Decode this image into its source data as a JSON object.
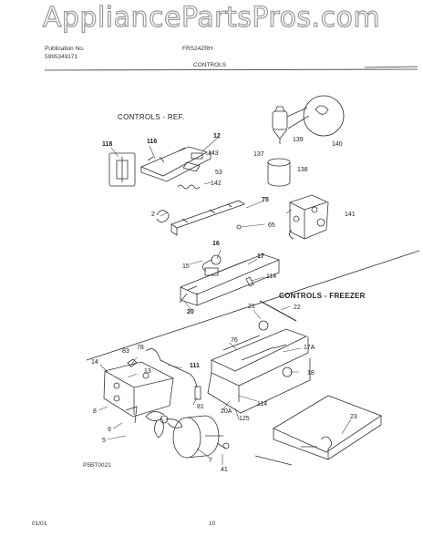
{
  "watermark": "AppliancePartsPros.com",
  "header": {
    "publication_label": "Publication No.",
    "publication_number": "5995349171",
    "model": "FRS24ZRH",
    "section": "CONTROLS"
  },
  "sections": {
    "ref": "CONTROLS - REF.",
    "freezer": "CONTROLS - FREEZER"
  },
  "callouts": {
    "c118": "118",
    "c116": "116",
    "c12": "12",
    "c143": "143",
    "c53": "53",
    "c142": "142",
    "c2": "2",
    "c139": "139",
    "c137": "137",
    "c140": "140",
    "c138": "138",
    "c75": "75",
    "c141": "141",
    "c65": "65",
    "c16": "16",
    "c15": "15",
    "c17": "17",
    "c114a": "114",
    "c20": "20",
    "c21": "21",
    "c22": "22",
    "c76": "76",
    "c17a": "17A",
    "c83": "83",
    "c78": "78",
    "c14": "14",
    "c111": "111",
    "c13": "13",
    "c18": "18",
    "c8": "8",
    "c114b": "114",
    "c81": "81",
    "c20a": "20A",
    "c9": "9",
    "c125": "125",
    "c23": "23",
    "c5": "5",
    "c7": "7",
    "c41": "41"
  },
  "figure_code": "P5BT0021",
  "footer": {
    "date": "01/01",
    "page": "10"
  }
}
